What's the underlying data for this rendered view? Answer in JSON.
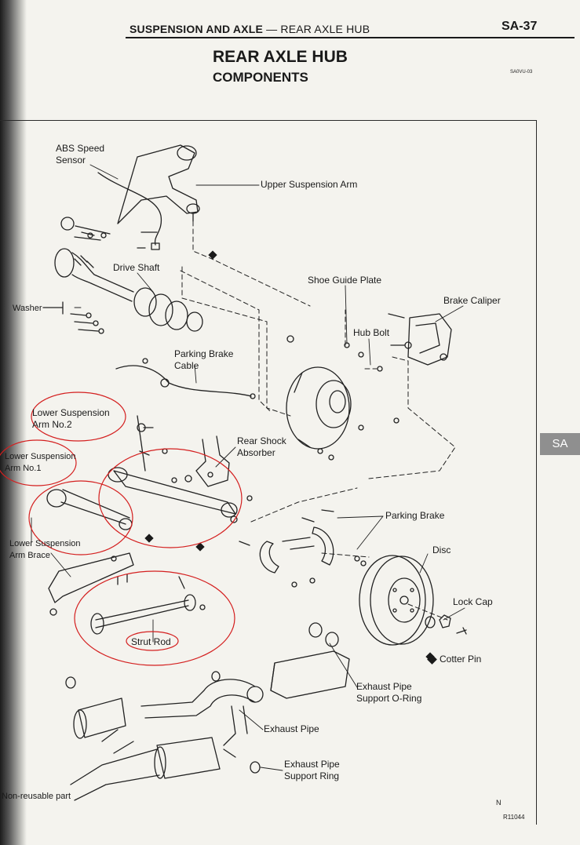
{
  "header": {
    "section": "SUSPENSION AND AXLE",
    "separator": "—",
    "subsection": "REAR AXLE HUB",
    "page_number": "SA-37"
  },
  "title": "REAR AXLE HUB",
  "subtitle": "COMPONENTS",
  "figure_code": "SA0VU-03",
  "side_tab": "SA",
  "labels": {
    "abs_speed_sensor": "ABS Speed\nSensor",
    "upper_suspension_arm": "Upper Suspension Arm",
    "drive_shaft": "Drive Shaft",
    "shoe_guide_plate": "Shoe Guide Plate",
    "brake_caliper": "Brake Caliper",
    "washer": "Washer",
    "hub_bolt": "Hub Bolt",
    "parking_brake_cable": "Parking Brake\nCable",
    "lower_suspension_arm_no2": "Lower Suspension\nArm No.2",
    "rear_shock_absorber": "Rear Shock\nAbsorber",
    "lower_suspension_arm_no1": "Lower Suspension\nArm No.1",
    "parking_brake": "Parking Brake",
    "disc": "Disc",
    "lower_suspension_arm_brace": "Lower Suspension\nArm Brace",
    "lock_cap": "Lock Cap",
    "strut_rod": "Strut Rod",
    "cotter_pin": "Cotter Pin",
    "exhaust_pipe_support_o_ring": "Exhaust Pipe\nSupport O-Ring",
    "exhaust_pipe": "Exhaust Pipe",
    "exhaust_pipe_support_ring": "Exhaust Pipe\nSupport Ring"
  },
  "footnote": "Non-reusable part",
  "north_mark": "N",
  "figure_id": "R11044",
  "annotation_color": "#d41f1f"
}
